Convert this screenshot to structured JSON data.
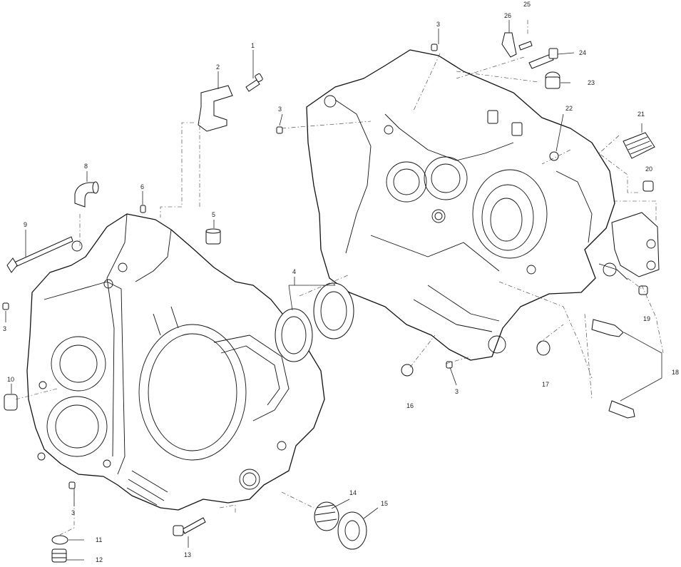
{
  "callouts": {
    "c1": "1",
    "c2": "2",
    "c3a": "3",
    "c3b": "3",
    "c3c": "3",
    "c3d": "3",
    "c3e": "3",
    "c4": "4",
    "c5": "5",
    "c6": "6",
    "c8": "8",
    "c9": "9",
    "c10": "10",
    "c11": "11",
    "c12": "12",
    "c13": "13",
    "c14": "14",
    "c15": "15",
    "c16": "16",
    "c17": "17",
    "c18": "18",
    "c19": "19",
    "c20": "20",
    "c21": "21",
    "c22": "22",
    "c23": "23",
    "c24": "24",
    "c25": "25",
    "c26": "26"
  }
}
